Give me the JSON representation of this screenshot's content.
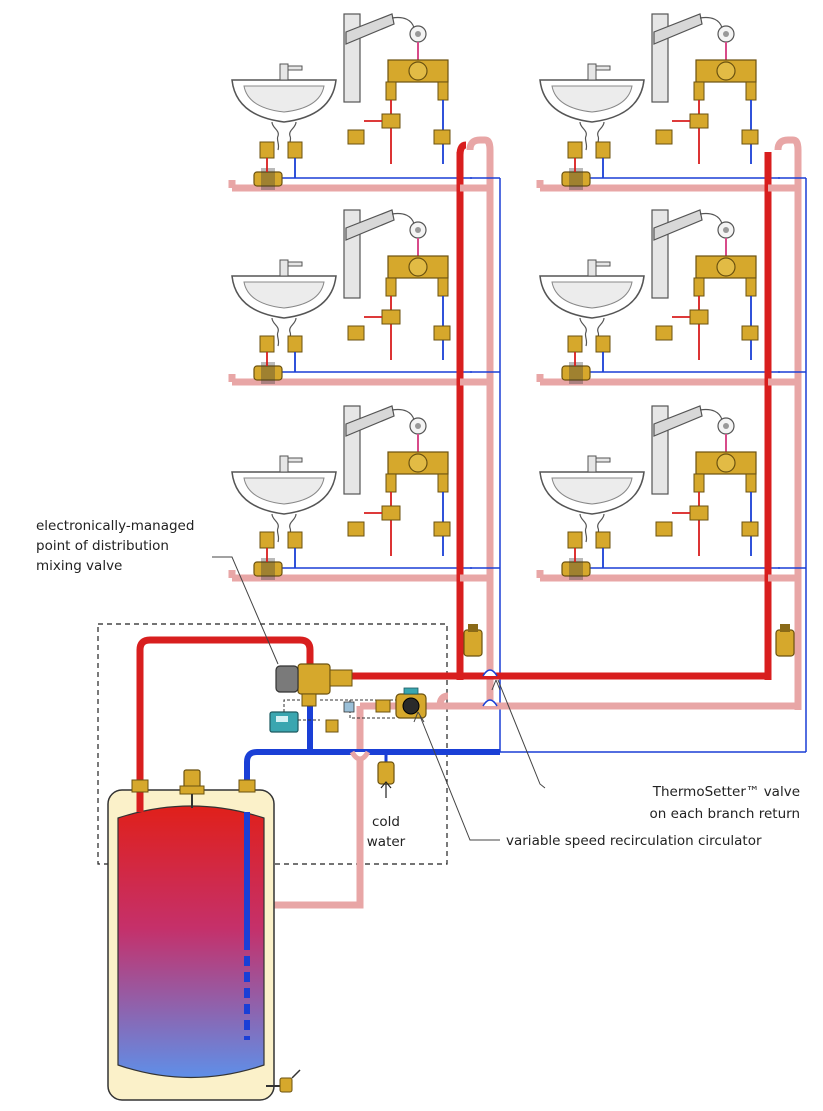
{
  "labels": {
    "mixing_valve": [
      "electronically-managed",
      "point of distribution",
      "mixing valve"
    ],
    "thermosetter": [
      "ThermoSetter™ valve",
      "on each branch return"
    ],
    "circulator": "variable speed recirculation circulator",
    "cold_water": [
      "cold",
      "water"
    ]
  },
  "colors": {
    "hot_supply": "#d81e1e",
    "hot_return": "#e8a6a6",
    "cold": "#1a3fd6",
    "brass": "#c9a227",
    "tank_shell": "#fbf1c9",
    "fixture_gray": "#cfcfcf",
    "controller": "#3aa6b0"
  },
  "fixtures": {
    "columns": 2,
    "floors": 3,
    "per_bathroom": [
      "lavatory-sink",
      "shower-valve"
    ]
  }
}
